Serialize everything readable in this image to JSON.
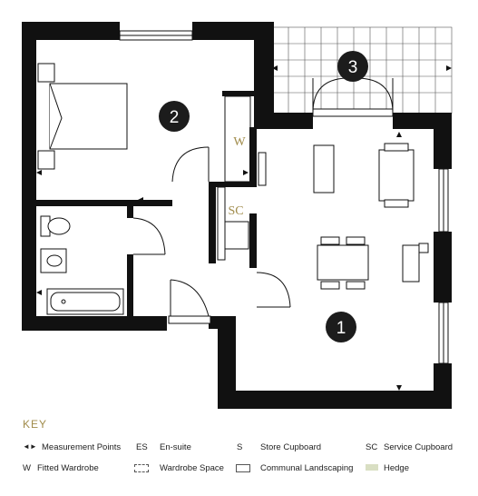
{
  "rooms": [
    {
      "number": "1"
    },
    {
      "number": "2"
    },
    {
      "number": "3"
    }
  ],
  "labels": {
    "wardrobe": "W",
    "service_cupboard": "SC"
  },
  "key": {
    "title": "KEY",
    "items": [
      {
        "code": "◄►",
        "label": "Measurement Points"
      },
      {
        "code": "ES",
        "label": "En-suite"
      },
      {
        "code": "S",
        "label": "Store Cupboard"
      },
      {
        "code": "SC",
        "label": "Service Cupboard"
      },
      {
        "code": "W",
        "label": "Fitted Wardrobe"
      },
      {
        "code": "",
        "label": "Wardrobe Space"
      },
      {
        "code": "",
        "label": "Communal Landscaping"
      },
      {
        "code": "",
        "label": "Hedge"
      }
    ]
  },
  "colors": {
    "wall": "#111111",
    "accent_gold": "#a08b4a",
    "hedge": "#d9dfc3",
    "badge": "#1c1c1c"
  }
}
